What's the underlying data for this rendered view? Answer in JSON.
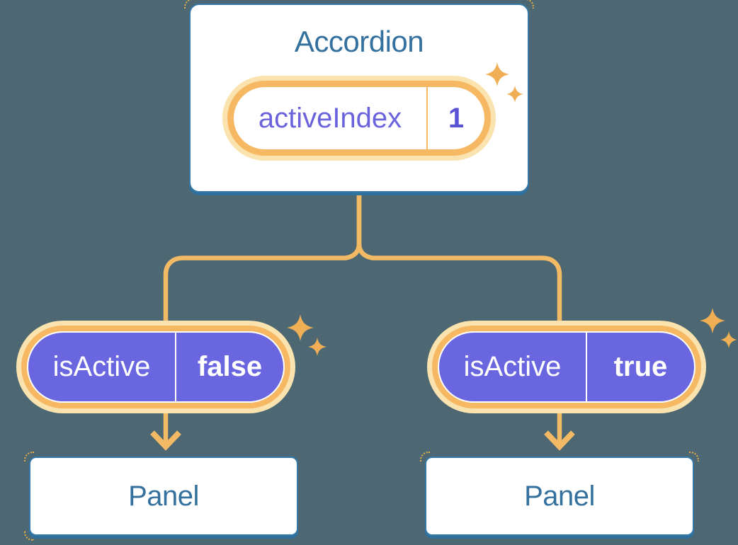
{
  "diagram": {
    "parent": {
      "title": "Accordion",
      "state": {
        "name": "activeIndex",
        "value": "1"
      }
    },
    "children": [
      {
        "prop": {
          "name": "isActive",
          "value": "false"
        },
        "panel_label": "Panel"
      },
      {
        "prop": {
          "name": "isActive",
          "value": "true"
        },
        "panel_label": "Panel"
      }
    ],
    "colors": {
      "background": "#4D6872",
      "box_border": "#3478A8",
      "box_shadow": "#30709D",
      "heading_text": "#35719E",
      "state_name_text": "#6A63DC",
      "state_value_text": "#5A54D5",
      "pill_purple": "#6A66E0",
      "ring_orange": "#F6B863",
      "ring_pale": "#FBE3AF",
      "wire_orange": "#F3BA66",
      "sparkle_orange": "#F1AF55"
    }
  }
}
